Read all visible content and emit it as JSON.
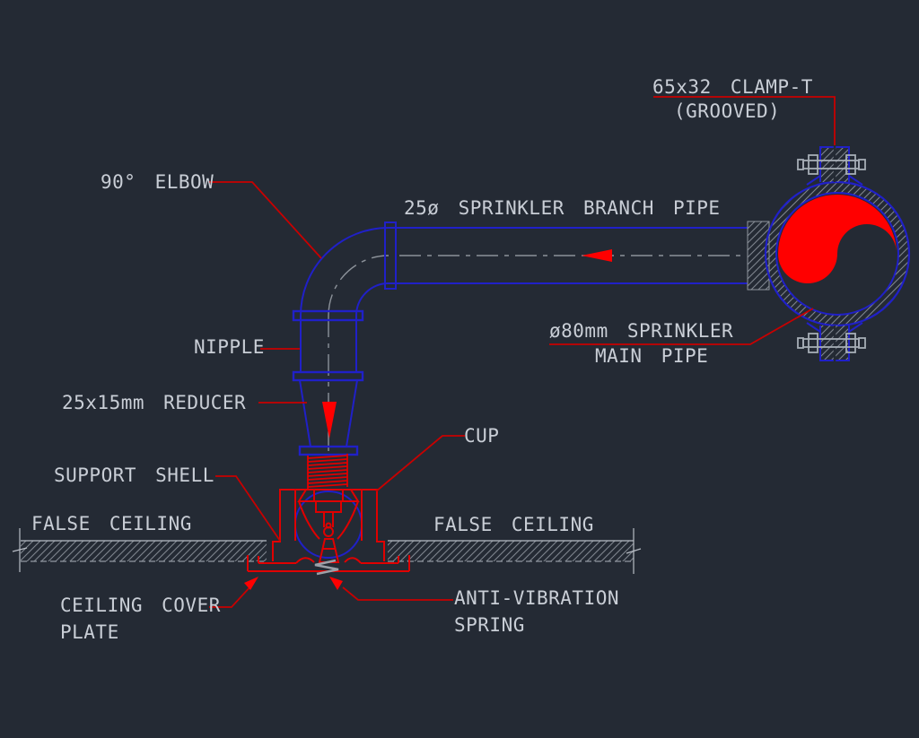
{
  "drawing_title": "Sprinkler installation CAD detail",
  "colors": {
    "background": "#242a34",
    "pipe_blue": "#2020c8",
    "cad_red": "#e00000",
    "leader_red": "#c80000",
    "fill_red": "#ff0000",
    "text_gray": "#c9ced6",
    "hatch_gray": "#7f858e",
    "centerline_gray": "#8c929a",
    "bolt_gray": "#a6adb6"
  },
  "labels": {
    "clamp_t": {
      "line1": "65x32 CLAMP-T",
      "line2": "(GROOVED)"
    },
    "branch_pipe": "25ø SPRINKLER BRANCH PIPE",
    "elbow": "90° ELBOW",
    "main_pipe": {
      "line1": "ø80mm SPRINKLER",
      "line2": "MAIN PIPE"
    },
    "nipple": "NIPPLE",
    "reducer": "25x15mm REDUCER",
    "support_shell": "SUPPORT SHELL",
    "cup": "CUP",
    "false_ceiling_left": "FALSE CEILING",
    "false_ceiling_right": "FALSE CEILING",
    "ceiling_cover_plate": {
      "line1": "CEILING COVER",
      "line2": "PLATE"
    },
    "anti_vibration_spring": {
      "line1": "ANTI-VIBRATION",
      "line2": "SPRING"
    }
  }
}
